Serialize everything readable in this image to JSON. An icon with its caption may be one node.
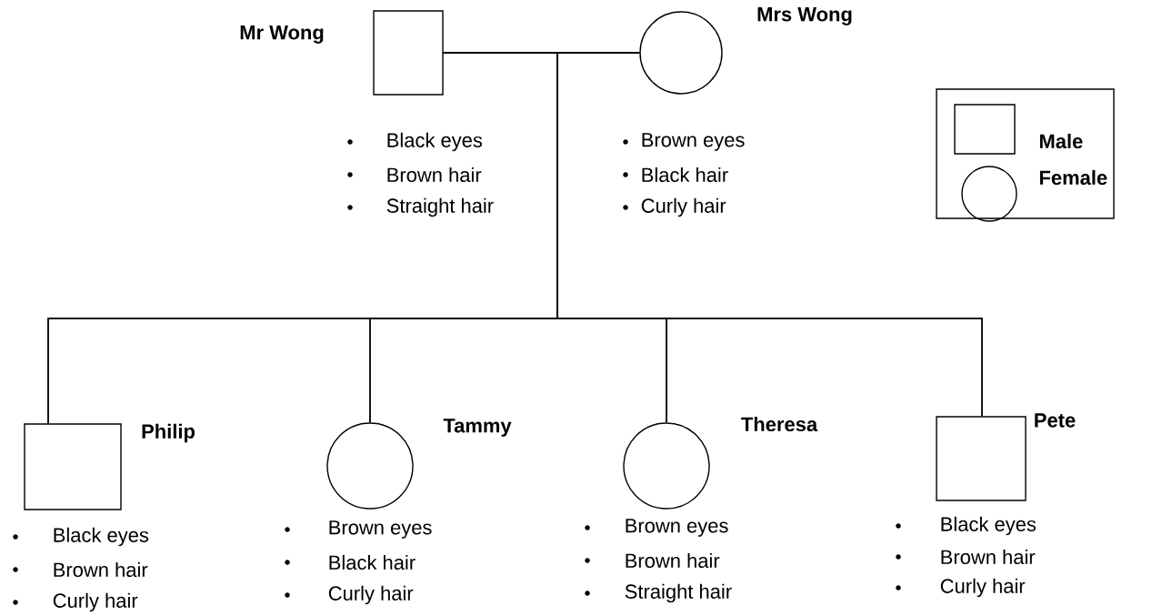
{
  "diagram": {
    "nodes": [
      {
        "text": [
          "Mr Wong"
        ],
        "beside": [
          "Black eyes",
          "Brown hair",
          "Straight hair"
        ]
      },
      {
        "text": [
          "Mrs Wong"
        ],
        "beside": [
          "Brown eyes",
          "Black hair",
          "Curly hair"
        ]
      },
      {
        "text": [
          "Philip"
        ],
        "beside": [
          "Black eyes",
          "Brown hair",
          "Curly hair"
        ]
      },
      {
        "text": [
          "Tammy"
        ],
        "beside": [
          "Brown eyes",
          "Black hair",
          "Curly hair"
        ]
      },
      {
        "text": [
          "Theresa"
        ],
        "beside": [
          "Brown eyes",
          "Brown hair",
          "Straight hair"
        ]
      },
      {
        "text": [
          "Pete"
        ],
        "beside": [
          "Black eyes",
          "Brown hair",
          "Curly hair"
        ]
      }
    ],
    "edges": [
      {
        "from": 0,
        "to": 1,
        "arrow": "none"
      },
      {
        "from": 0,
        "to": 2,
        "arrow": "none"
      },
      {
        "from": 0,
        "to": 3,
        "arrow": "none"
      },
      {
        "from": 0,
        "to": 4,
        "arrow": "none"
      },
      {
        "from": 0,
        "to": 5,
        "arrow": "none"
      },
      {
        "from": 1,
        "to": 2,
        "arrow": "none"
      },
      {
        "from": 1,
        "to": 3,
        "arrow": "none"
      },
      {
        "from": 1,
        "to": 4,
        "arrow": "none"
      },
      {
        "from": 1,
        "to": 5,
        "arrow": "none"
      }
    ],
    "legend": [
      {
        "text": "Male"
      },
      {
        "text": "Female"
      }
    ]
  }
}
